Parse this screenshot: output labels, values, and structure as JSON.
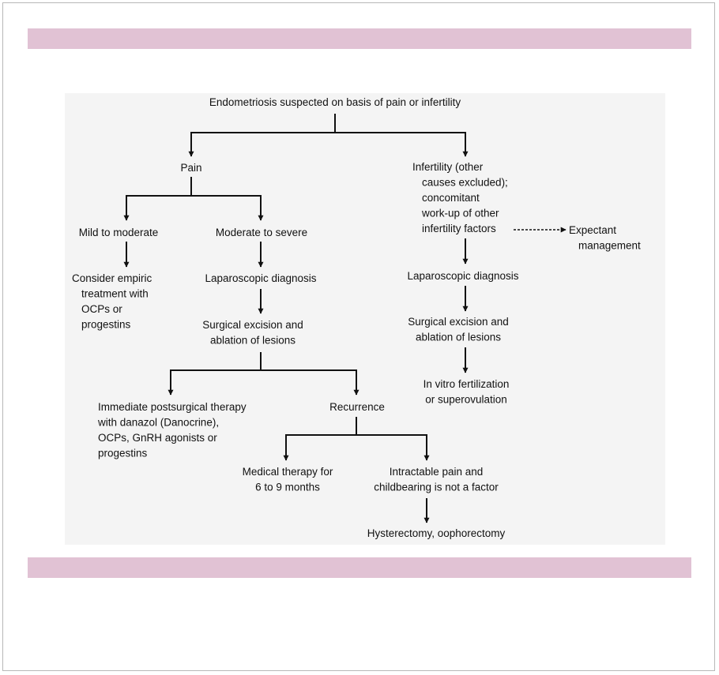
{
  "nodes": {
    "start": [
      "Endometriosis suspected on basis of pain or infertility"
    ],
    "pain": [
      "Pain"
    ],
    "infertility": [
      "Infertility (other",
      "causes excluded);",
      "concomitant",
      "work-up of other",
      "infertility factors"
    ],
    "expectant": [
      "Expectant",
      "management"
    ],
    "mild": [
      "Mild to moderate"
    ],
    "moderate": [
      "Moderate to severe"
    ],
    "empiric": [
      "Consider empiric",
      "treatment with",
      "OCPs or",
      "progestins"
    ],
    "lap_pain": [
      "Laparoscopic diagnosis"
    ],
    "surg_pain": [
      "Surgical excision and",
      "ablation of lesions"
    ],
    "lap_inf": [
      "Laparoscopic diagnosis"
    ],
    "surg_inf": [
      "Surgical excision and",
      "ablation of lesions"
    ],
    "ivf": [
      "In vitro fertilization",
      "or superovulation"
    ],
    "immediate": [
      "Immediate postsurgical therapy",
      "with danazol (Danocrine),",
      "OCPs, GnRH agonists or",
      "progestins"
    ],
    "recurrence": [
      "Recurrence"
    ],
    "medical": [
      "Medical therapy for",
      "6 to 9 months"
    ],
    "intractable": [
      "Intractable pain and",
      "childbearing is not a factor"
    ],
    "hysterectomy": [
      "Hysterectomy, oophorectomy"
    ]
  },
  "colors": {
    "band": "#e1c2d4",
    "panel": "#f4f4f4",
    "ink": "#111111"
  }
}
